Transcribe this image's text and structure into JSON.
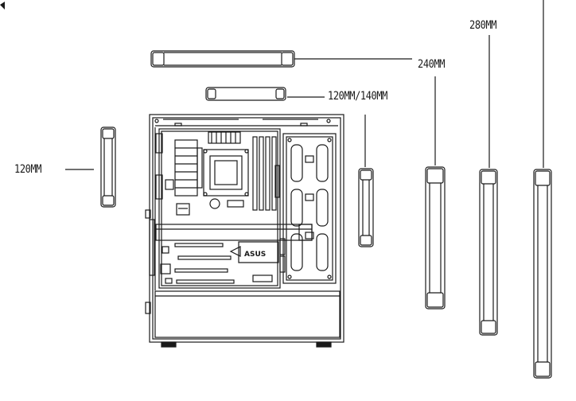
{
  "labels": {
    "rad_120_left": "120MM",
    "rad_120_140": "120MM/140MM",
    "rad_240": "240MM",
    "rad_280": "280MM"
  },
  "motherboard": {
    "brand": "ASUS"
  },
  "colors": {
    "line": "#1a1a1a",
    "fill": "#ffffff"
  }
}
